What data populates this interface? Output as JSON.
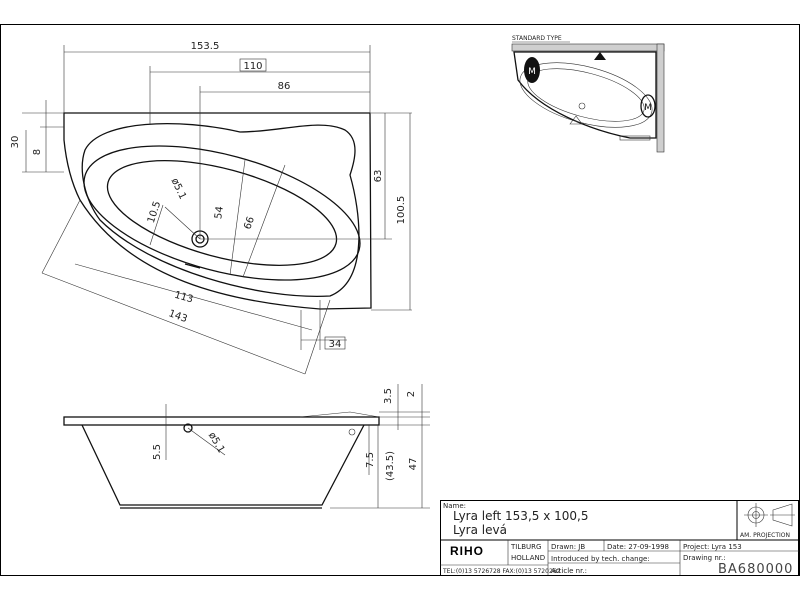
{
  "top_view": {
    "dimensions": {
      "overall_length": "153.5",
      "boxed_110": "110",
      "length_86": "86",
      "height_30": "30",
      "height_8": "8",
      "height_63": "63",
      "overall_width": "100.5",
      "drain_diameter": "ø5.1",
      "dim_10_5": "10.5",
      "dim_54": "54",
      "dim_66": "66",
      "diag_113": "113",
      "diag_143": "143",
      "boxed_34": "34"
    }
  },
  "standard_type": {
    "label": "STANDARD TYPE",
    "motor_left": "M",
    "motor_right": "M"
  },
  "side_view": {
    "dimensions": {
      "dim_3_5": "3.5",
      "dim_2": "2",
      "dim_5_5": "5.5",
      "drain_diameter": "ø5.1",
      "dim_7_5": "7.5",
      "dim_43_5": "(43.5)",
      "dim_47": "47"
    }
  },
  "title_block": {
    "name_label": "Name:",
    "name_line1": "Lyra left   153,5  x  100,5",
    "name_line2": "Lyra levá",
    "projection_label": "AM. PROJECTION",
    "logo": "RIHO",
    "city": "TILBURG",
    "country": "HOLLAND",
    "phone": "TEL:(0)13 5726728  FAX:(0)13 5720262",
    "drawn": "Drawn:  JB",
    "date": "Date: 27-09-1998",
    "introduced": "Introduced by tech. change:",
    "article": "Article nr.:",
    "project": "Project:  Lyra 153",
    "drawing_nr_label": "Drawing nr.:",
    "drawing_nr": "BA680000"
  }
}
